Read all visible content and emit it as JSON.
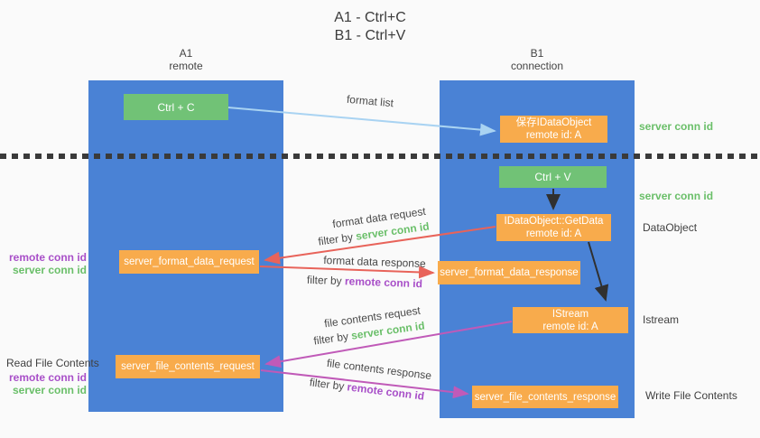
{
  "title": {
    "line1": "A1 - Ctrl+C",
    "line2": "B1 - Ctrl+V"
  },
  "columns": {
    "left": {
      "id": "A1",
      "role": "remote"
    },
    "right": {
      "id": "B1",
      "role": "connection"
    }
  },
  "nodes": {
    "ctrl_c": "Ctrl + C",
    "ctrl_v": "Ctrl + V",
    "save_dataobject": {
      "line1": "保存IDataObject",
      "line2": "remote id: A"
    },
    "getdata": {
      "line1": "IDataObject::GetData",
      "line2": "remote id: A"
    },
    "istream": {
      "line1": "IStream",
      "line2": "remote id: A"
    },
    "format_request": "server_format_data_request",
    "format_response": "server_format_data_response",
    "file_request": "server_file_contents_request",
    "file_response": "server_file_contents_response"
  },
  "arrow_labels": {
    "format_list": "format list",
    "format_data_request": "format data request",
    "filter_server_1": {
      "prefix": "filter by ",
      "value": "server conn id"
    },
    "format_data_response": "format data response",
    "filter_remote_1": {
      "prefix": "filter by ",
      "value": "remote conn id"
    },
    "file_contents_request": "file contents request",
    "filter_server_2": {
      "prefix": "filter by ",
      "value": "server conn id"
    },
    "file_contents_response": "file contents response",
    "filter_remote_2": {
      "prefix": "filter by ",
      "value": "remote conn id"
    }
  },
  "side_labels": {
    "server_conn_id_top": "server conn id",
    "server_conn_id_mid": "server conn id",
    "dataobject": "DataObject",
    "istream": "Istream",
    "read_file_contents": "Read File Contents",
    "write_file_contents": "Write File Contents",
    "pair_top": {
      "remote": "remote conn id",
      "server": "server conn id"
    },
    "pair_bottom": {
      "remote": "remote conn id",
      "server": "server conn id"
    }
  },
  "colors": {
    "background": "#fafafa",
    "column_blue": "#4a82d5",
    "node_orange": "#f8ab4c",
    "key_green": "#71c276",
    "server_conn_green": "#6abf69",
    "remote_conn_purple": "#a84fc8",
    "request_arrow_red": "#e8635a",
    "file_arrow_magenta": "#c05ab8",
    "format_list_arrow_blue": "#a9d3f2",
    "black_arrow": "#303030"
  }
}
